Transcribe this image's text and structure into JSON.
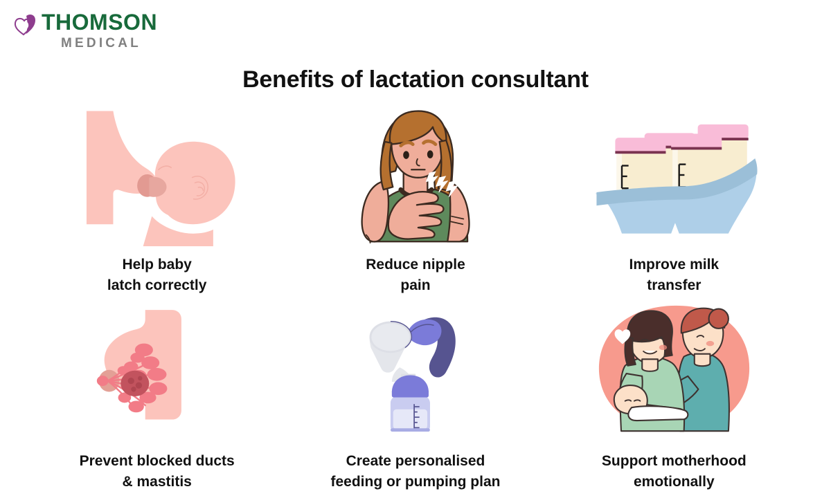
{
  "brand": {
    "mark_name": "butterfly-heart-logo",
    "primary": "THOMSON",
    "secondary": "MEDICAL",
    "primary_color": "#186A3B",
    "secondary_color": "#808080",
    "mark_color": "#8E3D8E"
  },
  "title": "Benefits of lactation consultant",
  "background_color": "#FFFFFF",
  "title_color": "#111111",
  "benefits": [
    {
      "icon": "breastfeeding-latch-icon",
      "caption": "Help baby\nlatch correctly",
      "colors": {
        "skin": "#FCC4BC",
        "areola": "#E29A92"
      }
    },
    {
      "icon": "woman-nipple-pain-icon",
      "caption": "Reduce nipple\npain",
      "colors": {
        "hair": "#B5702F",
        "shirt": "#5E8A5C",
        "skin": "#EFAD9A",
        "outline": "#3B2A20"
      }
    },
    {
      "icon": "milk-bottles-cooler-bag-icon",
      "caption": "Improve milk\ntransfer",
      "colors": {
        "bag": "#AECFE8",
        "cap": "#F9BCD8",
        "milk": "#F8EDD0"
      }
    },
    {
      "icon": "blocked-ducts-mastitis-icon",
      "caption": "Prevent blocked ducts\n& mastitis",
      "colors": {
        "breast": "#FCC4BC",
        "ducts": "#F27C87",
        "blockage": "#C2535E"
      }
    },
    {
      "icon": "breast-pump-icon",
      "caption": "Create personalised\nfeeding or pumping plan",
      "colors": {
        "dark_purple": "#565490",
        "periwinkle": "#7B7BD9",
        "funnel": "#E4E6EB",
        "bottle": "#C9CCF0"
      }
    },
    {
      "icon": "mother-support-icon",
      "caption": "Support motherhood\nemotionally",
      "colors": {
        "coral_bg": "#F79A8D",
        "teal": "#5EAEAE",
        "mint": "#A8D5B5",
        "skin": "#FCE0C8"
      }
    }
  ]
}
